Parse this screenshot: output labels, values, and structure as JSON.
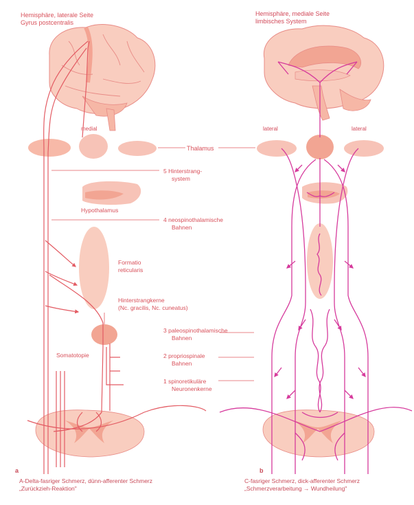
{
  "colors": {
    "light_fill": "#f7c3b7",
    "mid_fill": "#f2a593",
    "red_line": "#e35b63",
    "magenta_line": "#d63a9c",
    "label": "#d8505a"
  },
  "left": {
    "header_1": "Hemisphäre, laterale Seite",
    "header_2": "Gyrus postcentralis",
    "medial": "medial",
    "hypothalamus": "Hypothalamus",
    "formatio_1": "Formatio",
    "formatio_2": "reticularis",
    "hinterstrang_1": "Hinterstrangkerne",
    "hinterstrang_2": "(Nc. gracilis, Nc. cuneatus)",
    "somatotopie": "Somatotopie",
    "panel_letter": "a",
    "caption_1": "A-Delta-fasriger Schmerz, dünn-afferenter Schmerz",
    "caption_2": "„Zurückzieh-Reaktion\""
  },
  "center": {
    "thalamus": "Thalamus",
    "label5_1": "5  Hinterstrang-",
    "label5_2": "system",
    "label4_1": "4  neospinothalamische",
    "label4_2": "Bahnen",
    "label3_1": "3  paleospinothalamische",
    "label3_2": "Bahnen",
    "label2_1": "2  propriospinale",
    "label2_2": "Bahnen",
    "label1_1": "1  spinoretikuläre",
    "label1_2": "Neuronenkerne"
  },
  "right": {
    "header_1": "Hemisphäre, mediale Seite",
    "header_2": "limbisches System",
    "lateral_left": "lateral",
    "lateral_right": "lateral",
    "panel_letter": "b",
    "caption_1": "C-fasriger Schmerz, dick-afferenter Schmerz",
    "caption_2": "„Schmerzverarbeitung → Wundheilung\""
  }
}
